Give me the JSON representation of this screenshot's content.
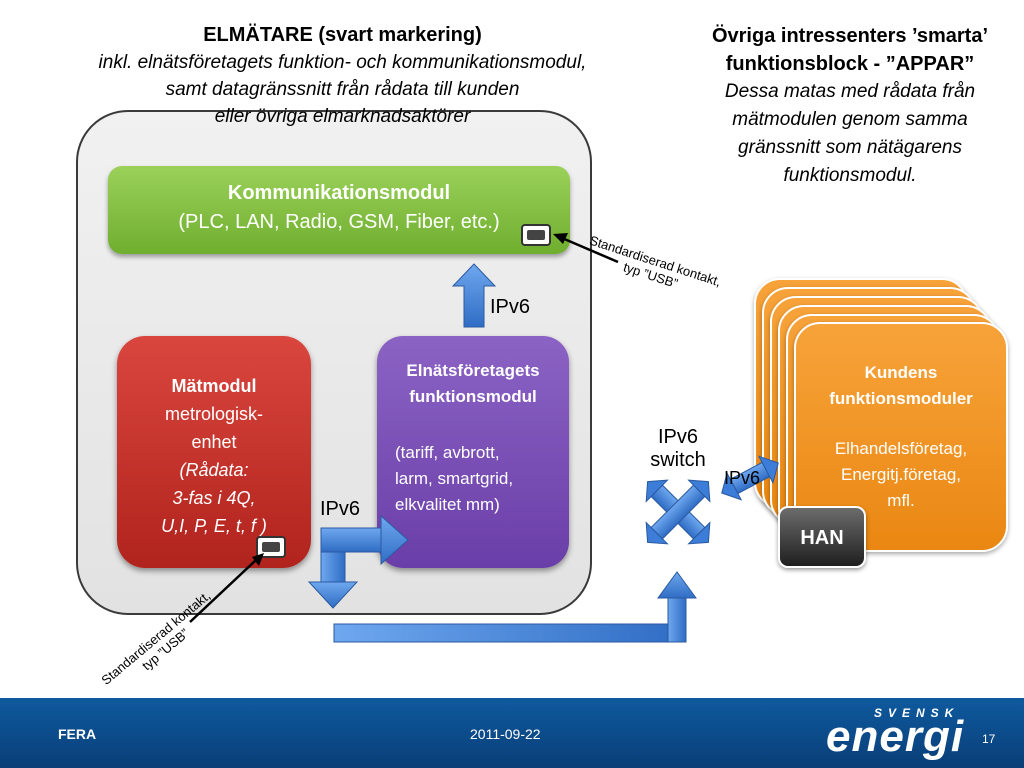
{
  "left_header": {
    "title": "ELMÄTARE (svart markering)",
    "line2": "inkl. elnätsföretagets funktion- och kommunikationsmodul,",
    "line3": "samt datagränssnitt från rådata till kunden",
    "line4": "eller övriga elmarknadsaktörer"
  },
  "right_header": {
    "title1": "Övriga intressenters ’smarta’",
    "title2": "funktionsblock  - ”APPAR”",
    "sub1": "Dessa matas med rådata från",
    "sub2": "mätmodulen genom samma",
    "sub3": "gränssnitt som nätägarens",
    "sub4": "funktionsmodul."
  },
  "comm_module": {
    "title": "Kommunikationsmodul",
    "text": "(PLC, LAN, Radio, GSM, Fiber, etc.)"
  },
  "mat_module": {
    "title": "Mätmodul",
    "line2": "metrologisk-",
    "line3": "enhet",
    "line4": "(Rådata:",
    "line5": "3-fas i 4Q,",
    "line6": "U,I, P, E, t, f )"
  },
  "eln_module": {
    "title1": "Elnätsföretagets",
    "title2": "funktionsmodul",
    "line1": "(tariff, avbrott,",
    "line2": "larm, smartgrid,",
    "line3": "elkvalitet mm)"
  },
  "kund_module": {
    "title1": "Kundens",
    "title2": "funktionsmoduler",
    "line1": "Elhandelsföretag,",
    "line2": "Energitj.företag,",
    "line3": "mfl."
  },
  "han_label": "HAN",
  "ipv6_up": "IPv6",
  "ipv6_left": "IPv6",
  "ipv6_switch_1": "IPv6",
  "ipv6_switch_2": "switch",
  "ipv6_han": "IPv6",
  "std_top_1": "Standardiserad kontakt,",
  "std_top_2": "typ ”USB”",
  "std_bottom_1": "Standardiserad kontakt,",
  "std_bottom_2": "typ ”USB”",
  "footer": {
    "fera": "FERA",
    "date": "2011-09-22",
    "brand_top": "SVENSK",
    "brand_main": "energi",
    "page": "17"
  },
  "colors": {
    "comm_green": "#7cbd3c",
    "mat_red": "#c63129",
    "eln_purple": "#7a4fb6",
    "kund_orange": "#f39a26",
    "han_dark": "#3a3a3a",
    "arrow_blue": "#3b7dd8",
    "footer_blue": "#0d4f8e"
  },
  "icons": [
    "usb-connector-icon",
    "ipv6-switch-icon",
    "blue-arrow-icon"
  ]
}
